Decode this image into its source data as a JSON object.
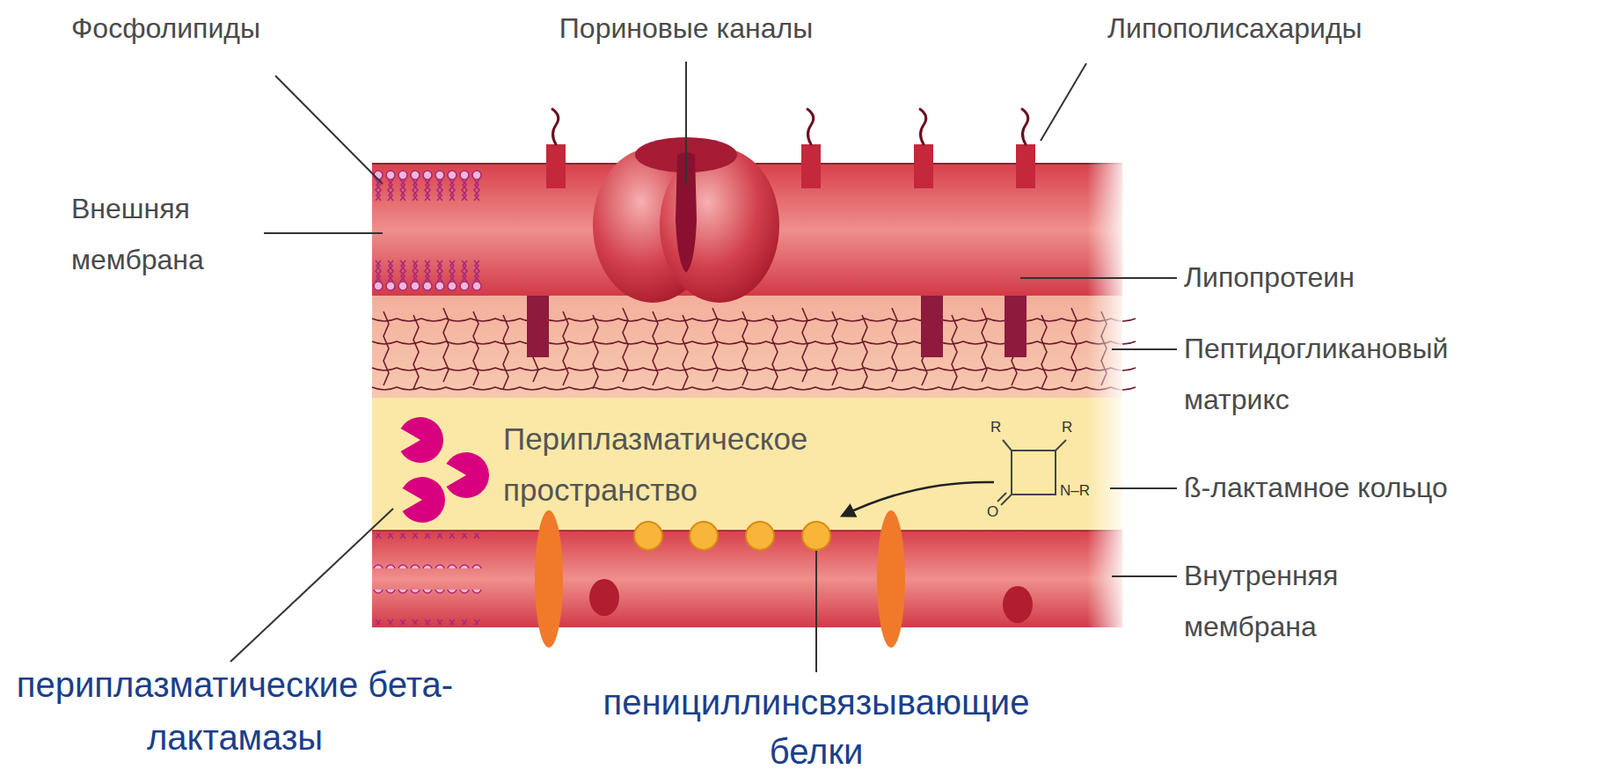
{
  "diagram": {
    "nodes": [
      {
        "text": [
          "Периплазматическое пространство"
        ]
      }
    ],
    "labels": [
      "Фосфолипиды",
      "Пориновые каналы",
      "Липополисахариды",
      "Внешняя мембрана",
      "Липопротеин",
      "Пептидогликановый матрикс",
      "ß-лактамное кольцо",
      "Внутренняя мембрана",
      "периплазматические бета-лактамазы",
      "пенициллинсвязывающие белки",
      "R",
      "R",
      "O",
      "N–R"
    ]
  }
}
